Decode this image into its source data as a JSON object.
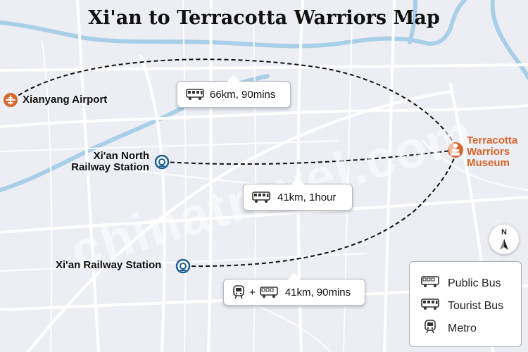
{
  "title": "Xi'an to Terracotta Warriors Map",
  "watermark": "chinatravel.com",
  "places": {
    "airport": "Xianyang Airport",
    "north_station_line1": "Xi'an North",
    "north_station_line2": "Railway Station",
    "railway_station": "Xi'an Railway Station",
    "museum_line1": "Terracotta",
    "museum_line2": "Warriors",
    "museum_line3": "Museum"
  },
  "routes": [
    {
      "id": "airport",
      "mode": "tourist-bus",
      "label": "66km, 90mins"
    },
    {
      "id": "north-station",
      "mode": "tourist-bus",
      "label": "41km, 1hour"
    },
    {
      "id": "railway-station",
      "mode": "metro-plus-public-bus",
      "plus": "+",
      "label": "41km, 90mins"
    }
  ],
  "compass": "N",
  "legend": {
    "public_bus": "Public Bus",
    "tourist_bus": "Tourist Bus",
    "metro": "Metro"
  },
  "colors": {
    "background": "#eceef4",
    "roads": "#ffffff",
    "river": "#a9cfe8",
    "route_line": "#111111",
    "museum_accent": "#d9652b",
    "station_icon": "#1b5e96"
  }
}
